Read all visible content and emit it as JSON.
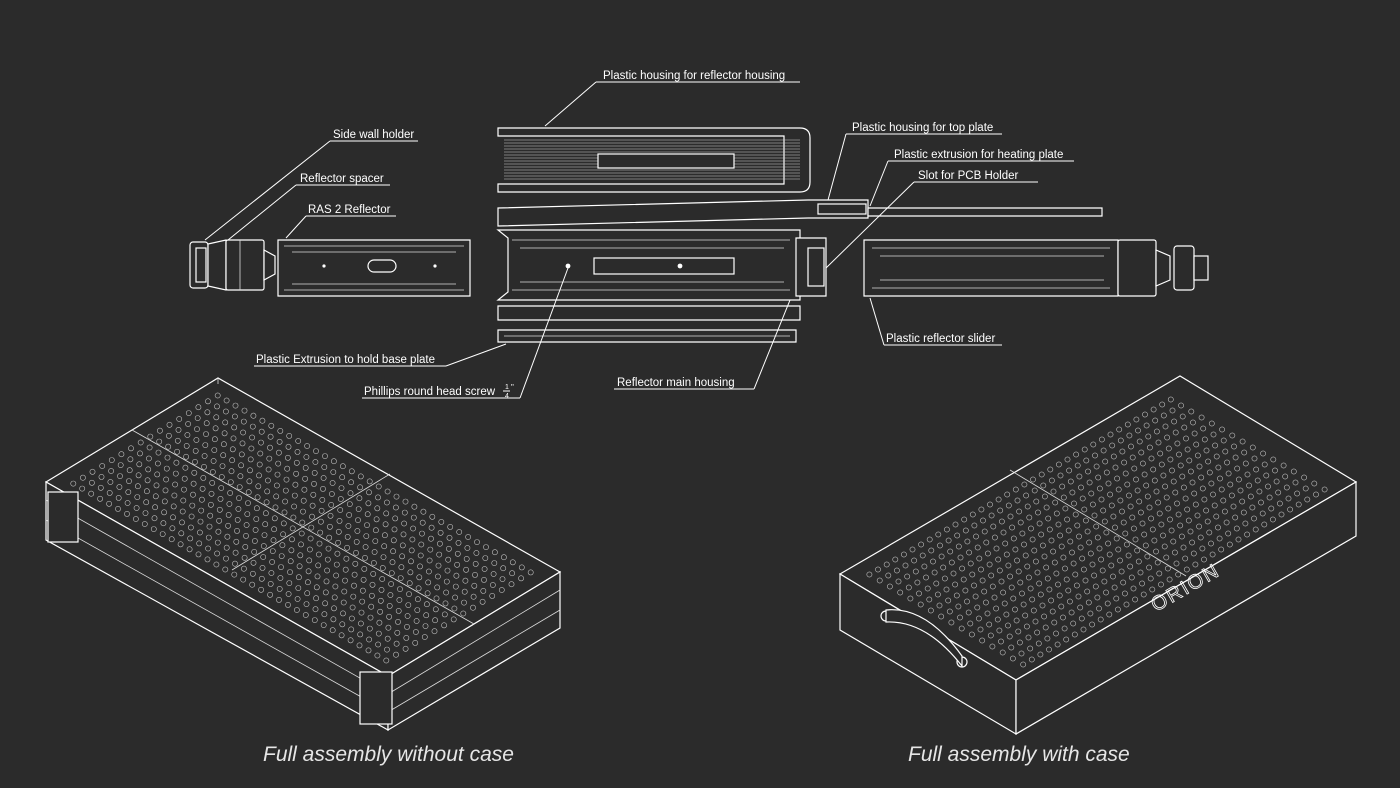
{
  "labels": {
    "housing_reflector": "Plastic housing for reflector housing",
    "side_wall_holder": "Side wall holder",
    "reflector_spacer": "Reflector spacer",
    "ras2_reflector": "RAS 2 Reflector",
    "housing_top_plate": "Plastic housing for top plate",
    "extrusion_heating": "Plastic extrusion for heating plate",
    "slot_pcb": "Slot for PCB Holder",
    "extrusion_base": "Plastic Extrusion to hold base plate",
    "screw": "Phillips round head screw",
    "screw_num": "1",
    "screw_den": "4",
    "screw_unit": "\"",
    "main_housing": "Reflector main housing",
    "reflector_slider": "Plastic reflector slider"
  },
  "captions": {
    "left": "Full assembly without case",
    "right": "Full assembly with case"
  },
  "brand": "ORION",
  "colors": {
    "background": "#2b2b2b",
    "line": "#ffffff",
    "caption": "#e6e6e6"
  }
}
